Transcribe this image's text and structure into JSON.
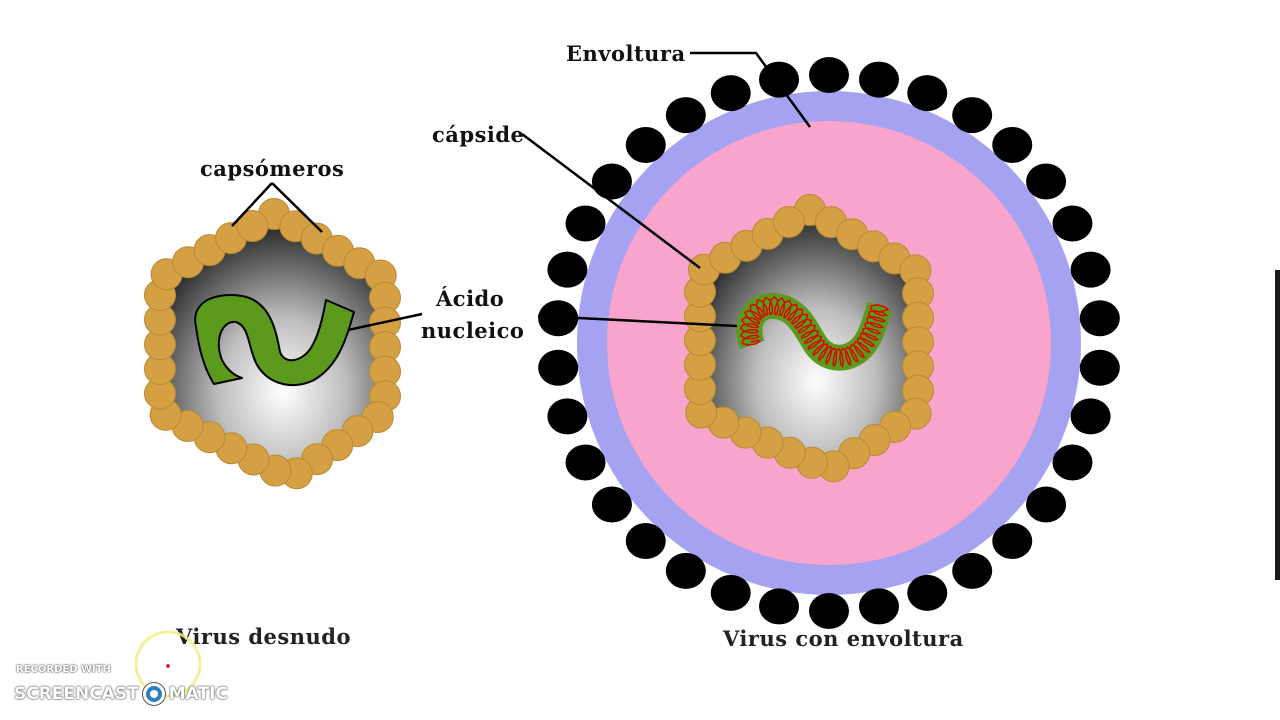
{
  "labels": {
    "capsomeros": "capsómeros",
    "acido_line1": "Ácido",
    "acido_line2": "nucleico",
    "capside": "cápside",
    "envoltura": "Envoltura"
  },
  "captions": {
    "naked": "Virus desnudo",
    "enveloped": "Virus con envoltura"
  },
  "watermark": {
    "recorded_with": "RECORDED WITH",
    "brand_left": "SCREENCAST",
    "brand_right": "MATIC"
  },
  "colors": {
    "capsomere": "#d4a043",
    "capsomere_stroke": "#b88a30",
    "nucleic_acid": "#5b9a1c",
    "rna_coil": "#e00000",
    "envelope_membrane": "#a6a2f2",
    "matrix": "#f8a4cc",
    "spike_head": "#000000",
    "core_light": "#ffffff",
    "core_dark": "#2b2b2b"
  }
}
